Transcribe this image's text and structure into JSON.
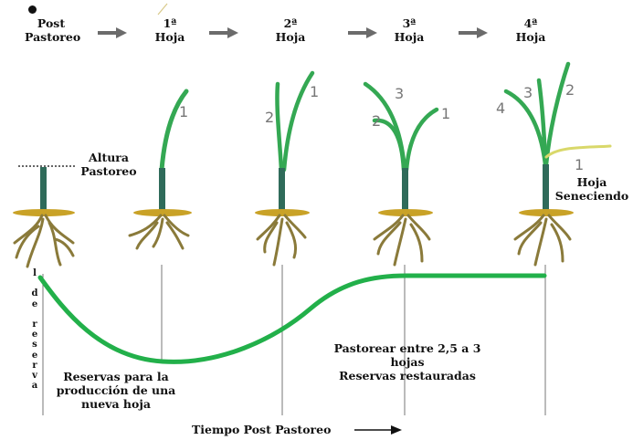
{
  "header": {
    "stages": [
      {
        "label": "Post\nPastoreo"
      },
      {
        "label": "1ª\nHoja"
      },
      {
        "label": "2ª\nHoja"
      },
      {
        "label": "3ª\nHoja"
      },
      {
        "label": "4ª\nHoja"
      }
    ]
  },
  "annotations": {
    "grazing_height": "Altura\nPastoreo",
    "senescing_leaf": "Hoja\nSeneciendo",
    "reserves_new_leaf": "Reservas para la\nproducción de una\nnueva hoja",
    "graze_window": "Pastorear entre 2,5 a 3\nhojas\nReservas restauradas",
    "x_axis": "Tiempo Post Pastoreo"
  },
  "y_axis_letters": [
    "l",
    "",
    "d",
    "e",
    "",
    "r",
    "e",
    "s",
    "e",
    "r",
    "v",
    "a"
  ],
  "leaf_numbers": {
    "plant1": [
      "1"
    ],
    "plant2": [
      "2",
      "1"
    ],
    "plant3": [
      "3",
      "2",
      "1"
    ],
    "plant4": [
      "4",
      "3",
      "2",
      "1"
    ]
  },
  "colors": {
    "leaf_green": "#34a853",
    "stem_dark": "#2f6b5a",
    "root_brown": "#8a7a3a",
    "soil_disc": "#c9a227",
    "senescing_leaf": "#d9d86a",
    "reserve_curve": "#22b04a",
    "arrow_gray": "#6b6b6b"
  }
}
